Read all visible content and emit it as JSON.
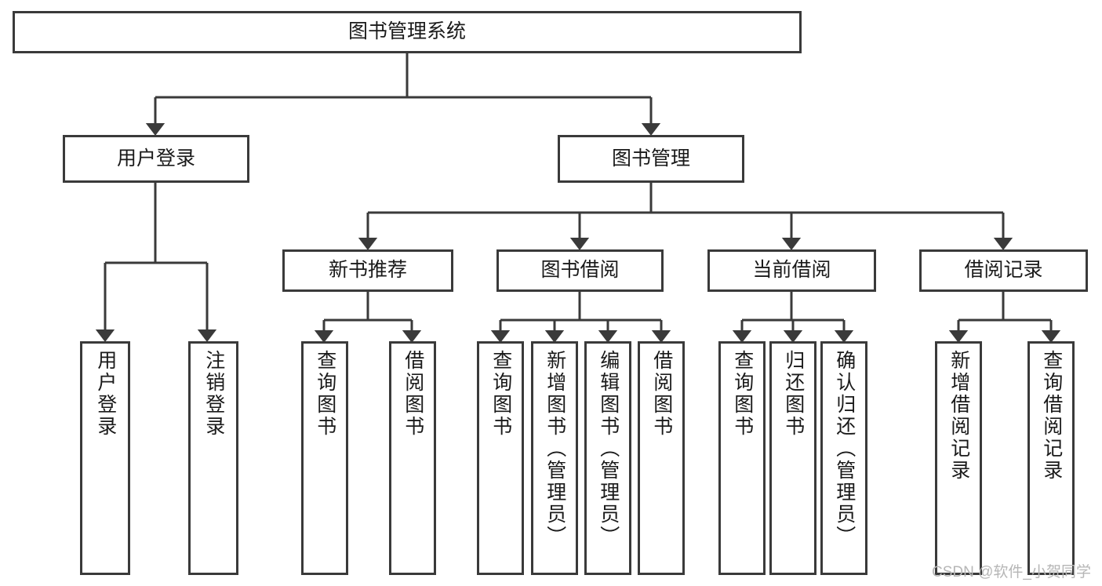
{
  "diagram": {
    "type": "tree-hierarchy",
    "title": "图书管理系统",
    "watermark": "CSDN @软件_小贺同学",
    "colors": {
      "box_border": "#3a3a3a",
      "box_fill": "#ffffff",
      "connector": "#3a3a3a",
      "text": "#1a1a1a",
      "watermark": "#b6b6b6",
      "background": "#ffffff"
    },
    "nodes": {
      "root": {
        "label": "图书管理系统",
        "orientation": "horizontal",
        "level": 0
      },
      "user_login": {
        "label": "用户登录",
        "orientation": "horizontal",
        "level": 1
      },
      "book_manage": {
        "label": "图书管理",
        "orientation": "horizontal",
        "level": 1
      },
      "new_book_rec": {
        "label": "新书推荐",
        "orientation": "horizontal",
        "level": 2
      },
      "book_borrow": {
        "label": "图书借阅",
        "orientation": "horizontal",
        "level": 2
      },
      "current_borrow": {
        "label": "当前借阅",
        "orientation": "horizontal",
        "level": 2
      },
      "borrow_record": {
        "label": "借阅记录",
        "orientation": "horizontal",
        "level": 2
      },
      "leaf_user_login": {
        "label": "用户登录",
        "orientation": "vertical",
        "level": 2
      },
      "leaf_logout": {
        "label": "注销登录",
        "orientation": "vertical",
        "level": 2
      },
      "leaf_query_book_1": {
        "label": "查询图书",
        "orientation": "vertical",
        "level": 3
      },
      "leaf_borrow_book_1": {
        "label": "借阅图书",
        "orientation": "vertical",
        "level": 3
      },
      "leaf_query_book_2": {
        "label": "查询图书",
        "orientation": "vertical",
        "level": 3
      },
      "leaf_add_book": {
        "label": "新增图书（管理员）",
        "orientation": "vertical",
        "level": 3
      },
      "leaf_edit_book": {
        "label": "编辑图书（管理员）",
        "orientation": "vertical",
        "level": 3
      },
      "leaf_borrow_book_2": {
        "label": "借阅图书",
        "orientation": "vertical",
        "level": 3
      },
      "leaf_query_book_3": {
        "label": "查询图书",
        "orientation": "vertical",
        "level": 3
      },
      "leaf_return_book": {
        "label": "归还图书",
        "orientation": "vertical",
        "level": 3
      },
      "leaf_confirm_return": {
        "label": "确认归还（管理员）",
        "orientation": "vertical",
        "level": 3
      },
      "leaf_add_record": {
        "label": "新增借阅记录",
        "orientation": "vertical",
        "level": 3
      },
      "leaf_query_record": {
        "label": "查询借阅记录",
        "orientation": "vertical",
        "level": 3
      }
    },
    "edges": [
      {
        "from": "root",
        "to": "user_login"
      },
      {
        "from": "root",
        "to": "book_manage"
      },
      {
        "from": "user_login",
        "to": "leaf_user_login"
      },
      {
        "from": "user_login",
        "to": "leaf_logout"
      },
      {
        "from": "book_manage",
        "to": "new_book_rec"
      },
      {
        "from": "book_manage",
        "to": "book_borrow"
      },
      {
        "from": "book_manage",
        "to": "current_borrow"
      },
      {
        "from": "book_manage",
        "to": "borrow_record"
      },
      {
        "from": "new_book_rec",
        "to": "leaf_query_book_1"
      },
      {
        "from": "new_book_rec",
        "to": "leaf_borrow_book_1"
      },
      {
        "from": "book_borrow",
        "to": "leaf_query_book_2"
      },
      {
        "from": "book_borrow",
        "to": "leaf_add_book"
      },
      {
        "from": "book_borrow",
        "to": "leaf_edit_book"
      },
      {
        "from": "book_borrow",
        "to": "leaf_borrow_book_2"
      },
      {
        "from": "current_borrow",
        "to": "leaf_query_book_3"
      },
      {
        "from": "current_borrow",
        "to": "leaf_return_book"
      },
      {
        "from": "current_borrow",
        "to": "leaf_confirm_return"
      },
      {
        "from": "borrow_record",
        "to": "leaf_add_record"
      },
      {
        "from": "borrow_record",
        "to": "leaf_query_record"
      }
    ]
  }
}
